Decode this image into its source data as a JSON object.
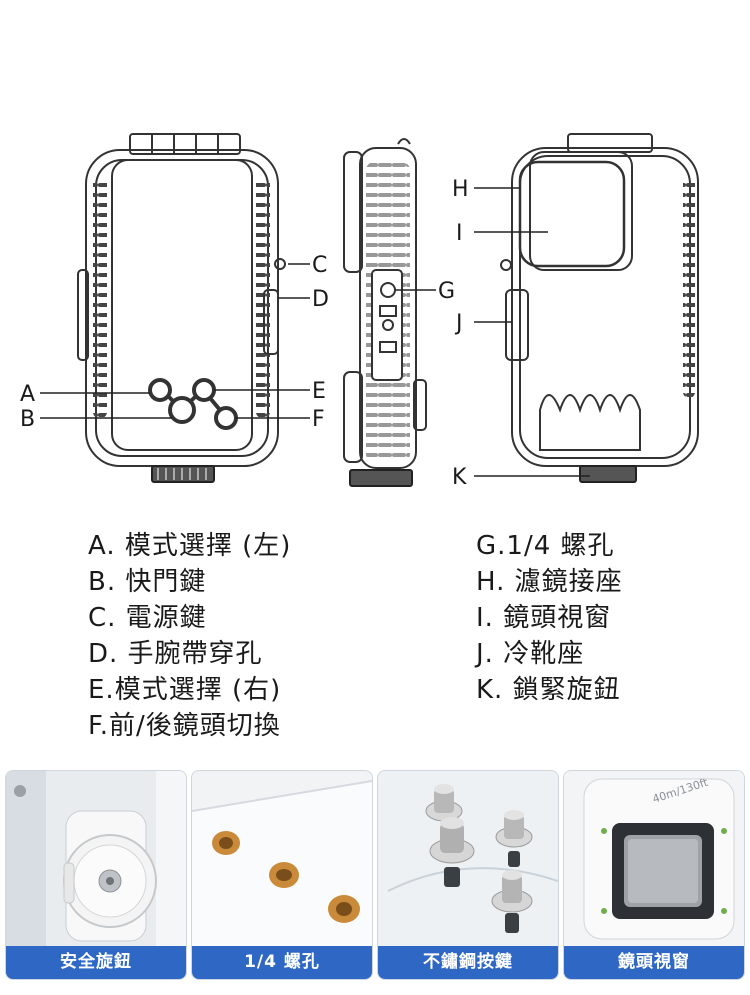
{
  "callouts": {
    "A": "A",
    "B": "B",
    "C": "C",
    "D": "D",
    "E": "E",
    "F": "F",
    "G": "G",
    "H": "H",
    "I": "I",
    "J": "J",
    "K": "K"
  },
  "legend": {
    "left": [
      "A. 模式選擇 (左)",
      "B. 快門鍵",
      "C. 電源鍵",
      "D. 手腕帶穿孔",
      "E.模式選擇 (右)",
      "F.前/後鏡頭切換"
    ],
    "right": [
      "G.1/4 螺孔",
      "H. 濾鏡接座",
      "I. 鏡頭視窗",
      "J. 冷靴座",
      "K. 鎖緊旋鈕"
    ]
  },
  "thumbnails": [
    {
      "caption": "安全旋鈕"
    },
    {
      "caption": "1/4 螺孔"
    },
    {
      "caption": "不鏽鋼按鍵"
    },
    {
      "caption": "鏡頭視窗",
      "engraving": "40m/130ft"
    }
  ],
  "colors": {
    "caption_bg": "#2f67c5",
    "outline": "#333333",
    "screw_brass": "#c98a3a"
  }
}
